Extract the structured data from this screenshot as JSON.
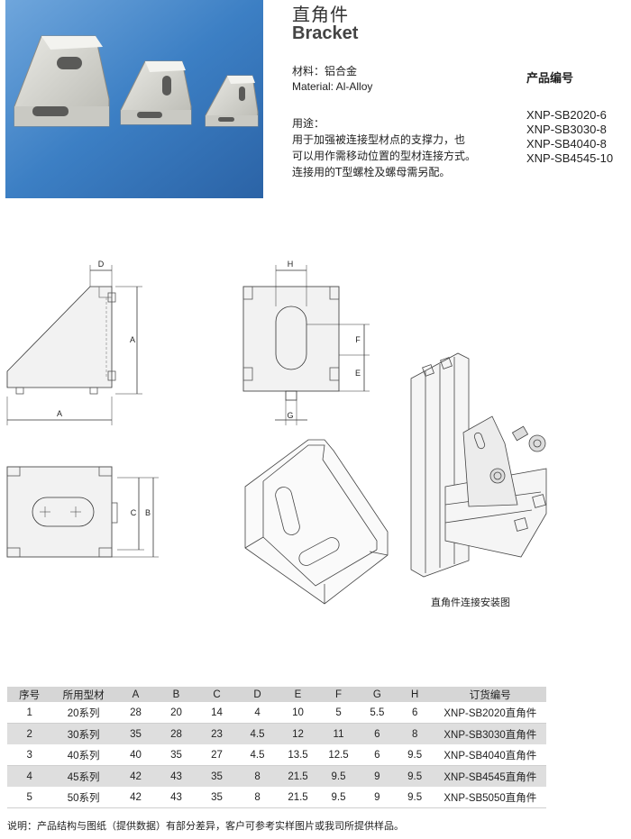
{
  "header": {
    "title_cn": "直角件",
    "title_en": "Bracket"
  },
  "material": {
    "cn": "材料：铝合金",
    "en": "Material: Al-Alloy"
  },
  "usage": {
    "heading": "用途：",
    "lines": [
      "用于加强被连接型材点的支撑力，也",
      "可以用作需移动位置的型材连接方式。",
      "连接用的T型螺栓及螺母需另配。"
    ]
  },
  "codes": {
    "heading": "产品编号",
    "items": [
      "XNP-SB2020-6",
      "XNP-SB3030-8",
      "XNP-SB4040-8",
      "XNP-SB4545-10"
    ]
  },
  "drawing_labels": {
    "A": "A",
    "B": "B",
    "C": "C",
    "D": "D",
    "E": "E",
    "F": "F",
    "G": "G",
    "H": "H"
  },
  "install_caption": "直角件连接安装图",
  "table": {
    "headers": [
      "序号",
      "所用型材",
      "A",
      "B",
      "C",
      "D",
      "E",
      "F",
      "G",
      "H",
      "订货编号"
    ],
    "rows": [
      [
        "1",
        "20系列",
        "28",
        "20",
        "14",
        "4",
        "10",
        "5",
        "5.5",
        "6",
        "XNP-SB2020直角件"
      ],
      [
        "2",
        "30系列",
        "35",
        "28",
        "23",
        "4.5",
        "12",
        "11",
        "6",
        "8",
        "XNP-SB3030直角件"
      ],
      [
        "3",
        "40系列",
        "40",
        "35",
        "27",
        "4.5",
        "13.5",
        "12.5",
        "6",
        "9.5",
        "XNP-SB4040直角件"
      ],
      [
        "4",
        "45系列",
        "42",
        "43",
        "35",
        "8",
        "21.5",
        "9.5",
        "9",
        "9.5",
        "XNP-SB4545直角件"
      ],
      [
        "5",
        "50系列",
        "42",
        "43",
        "35",
        "8",
        "21.5",
        "9.5",
        "9",
        "9.5",
        "XNP-SB5050直角件"
      ]
    ]
  },
  "note": "说明：产品结构与图纸（提供数据）有部分差异，客户可参考实样图片或我司所提供样品。",
  "colors": {
    "photo_bg": "#3c7fc4",
    "table_header_bg": "#d6d6d6",
    "table_alt_bg": "#dedede"
  }
}
